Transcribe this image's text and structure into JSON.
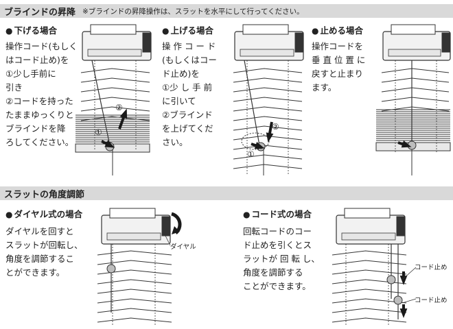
{
  "section1": {
    "title": "ブラインドの昇降",
    "note": "※ブラインドの昇降操作は、スラットを水平にして行ってください。",
    "lower": {
      "heading": "下げる場合",
      "lines": [
        "操作コード(もしく",
        "はコード止め)を",
        "①少し手前に",
        "引き",
        "②コードを持った",
        "たままゆっくりと",
        "ブラインドを降",
        "ろしてください。"
      ]
    },
    "raise": {
      "heading": "上げる場合",
      "lines": [
        "操 作 コ ー ド",
        "(もしくはコー",
        "ド止め)を",
        "①少 し 手 前",
        "に引いて",
        "②ブラインド",
        "を上げてくだ",
        "さい。"
      ]
    },
    "stop": {
      "heading": "止める場合",
      "lines": [
        "操作コードを",
        "垂 直 位 置 に",
        "戻すと止まり",
        "ます。"
      ]
    }
  },
  "section2": {
    "title": "スラットの角度調節",
    "dial": {
      "heading": "ダイヤル式の場合",
      "lines": [
        "ダイヤルを回すと",
        "スラットが回転し、",
        "角度を調節するこ",
        "とができます。"
      ],
      "callout": "ダイヤル"
    },
    "cord": {
      "heading": "コード式の場合",
      "lines": [
        "回転コードのコー",
        "ド止めを引くとス",
        "ラットが 回 転 し、",
        "角度を調節する",
        "ことができます。"
      ],
      "callout_top": "コード止め",
      "callout_bottom": "コード止め"
    }
  },
  "markers": {
    "one": "①",
    "two": "②"
  },
  "colors": {
    "header_bg": "#d9d9d9",
    "line": "#333333",
    "arrow": "#1a1a1a"
  },
  "icons": {
    "bullet": "●"
  }
}
